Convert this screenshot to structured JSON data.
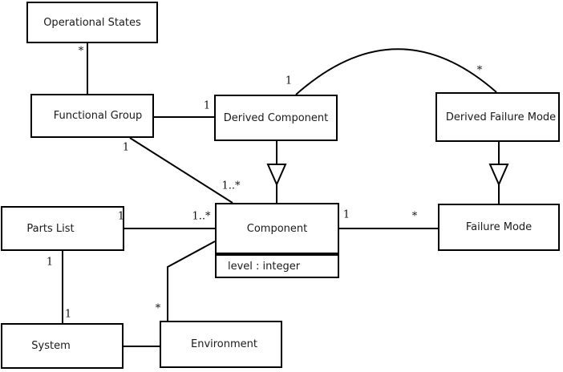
{
  "diagram": {
    "type": "uml-class-diagram",
    "background_color": "#ffffff",
    "line_color": "#000000",
    "text_color": "#1a1a1a",
    "nodes": {
      "operational_states": {
        "label": "Operational States"
      },
      "functional_group": {
        "label": "Functional Group"
      },
      "derived_component": {
        "label": "Derived Component"
      },
      "derived_failure_mode": {
        "label": "Derived Failure Mode"
      },
      "parts_list": {
        "label": "Parts List"
      },
      "component": {
        "label": "Component",
        "attributes": [
          "level : integer"
        ]
      },
      "failure_mode": {
        "label": "Failure Mode"
      },
      "system": {
        "label": "System"
      },
      "environment": {
        "label": "Environment"
      }
    },
    "edges": [
      {
        "from": "operational_states",
        "to": "functional_group",
        "kind": "association"
      },
      {
        "from": "functional_group",
        "to": "derived_component",
        "kind": "association"
      },
      {
        "from": "functional_group",
        "to": "component",
        "kind": "association"
      },
      {
        "from": "derived_component",
        "to": "derived_failure_mode",
        "kind": "association-arc"
      },
      {
        "from": "derived_component",
        "to": "component",
        "kind": "generalization"
      },
      {
        "from": "derived_failure_mode",
        "to": "failure_mode",
        "kind": "generalization"
      },
      {
        "from": "parts_list",
        "to": "component",
        "kind": "association"
      },
      {
        "from": "component",
        "to": "failure_mode",
        "kind": "association"
      },
      {
        "from": "parts_list",
        "to": "system",
        "kind": "association"
      },
      {
        "from": "system",
        "to": "environment",
        "kind": "association"
      },
      {
        "from": "environment",
        "to": "component",
        "kind": "association"
      }
    ],
    "multiplicities": [
      {
        "at": "operational-states-end-of-functional-group-link",
        "text": "*"
      },
      {
        "at": "functional-group-end-of-component-link",
        "text": "1"
      },
      {
        "at": "derived-component-end-of-functional-group-link",
        "text": "1"
      },
      {
        "at": "derived-component-end-of-arc",
        "text": "1"
      },
      {
        "at": "derived-failure-mode-end-of-arc",
        "text": "*"
      },
      {
        "at": "component-end-of-functional-group-link",
        "text": "1..*"
      },
      {
        "at": "component-end-of-parts-list-link",
        "text": "1..*"
      },
      {
        "at": "parts-list-end-of-component-link",
        "text": "1"
      },
      {
        "at": "component-end-of-failure-mode-link",
        "text": "1"
      },
      {
        "at": "failure-mode-end-of-component-link",
        "text": "*"
      },
      {
        "at": "parts-list-end-of-system-link",
        "text": "1"
      },
      {
        "at": "system-end-of-parts-list-link",
        "text": "1"
      },
      {
        "at": "environment-end-of-component-link",
        "text": "*"
      }
    ]
  }
}
